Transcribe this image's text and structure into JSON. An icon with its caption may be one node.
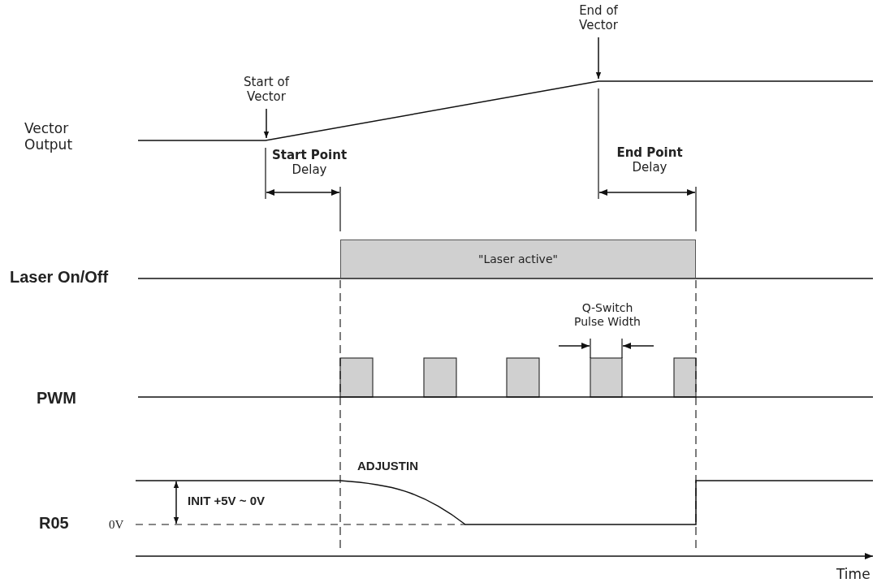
{
  "diagram": {
    "nodes": [
      {
        "text": [
          "Start of Vector"
        ]
      },
      {
        "text": [
          "End of Vector"
        ]
      },
      {
        "text": [
          "\"Laser active\""
        ]
      },
      {
        "text": [],
        "shape": "line"
      }
    ],
    "edges": [
      {
        "from": 0,
        "to": 3,
        "arrow": "to"
      },
      {
        "from": 1,
        "to": 3,
        "arrow": "to"
      }
    ],
    "labels": [
      "Vector Output",
      "**Start Point** Delay",
      "**End Point** Delay",
      "Laser On/Off",
      "Q-Switch Pulse Width",
      "PWM",
      "ADJUSTIN",
      "INIT +5V ~ 0V",
      "R05",
      "0V",
      "Time"
    ]
  }
}
